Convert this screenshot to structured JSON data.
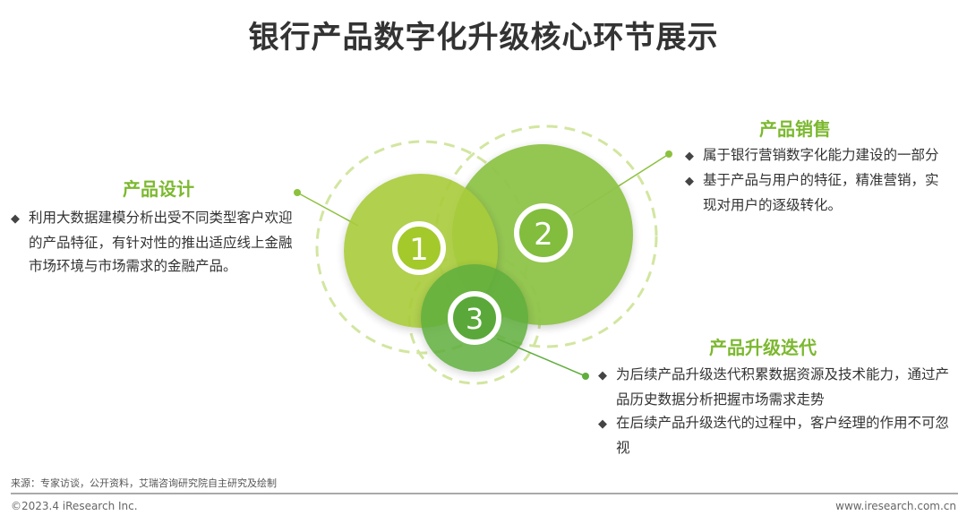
{
  "title": "银行产品数字化升级核心环节展示",
  "sections": [
    {
      "number": "1",
      "heading": "产品设计",
      "bullets": [
        "利用大数据建模分析出受不同类型客户欢迎的产品特征，有针对性的推出适应线上金融市场环境与市场需求的金融产品。"
      ]
    },
    {
      "number": "2",
      "heading": "产品销售",
      "bullets": [
        "属于银行营销数字化能力建设的一部分",
        "基于产品与用户的特征，精准营销，实现对用户的逐级转化。"
      ]
    },
    {
      "number": "3",
      "heading": "产品升级迭代",
      "bullets": [
        "为后续产品升级迭代积累数据资源及技术能力，通过产品历史数据分析把握市场需求走势",
        "在后续产品升级迭代的过程中，客户经理的作用不可忽视"
      ]
    }
  ],
  "footer": {
    "source": "来源：专家访谈，公开资料，艾瑞咨询研究院自主研究及绘制",
    "copyright": "©2023.4 iResearch Inc.",
    "url": "www.iresearch.com.cn"
  },
  "colors": {
    "c1": "#a9cc3a",
    "c2": "#8fc44a",
    "c3": "#5fae3e",
    "accent": "#7cb82f",
    "dash": "#d2e6a0"
  }
}
